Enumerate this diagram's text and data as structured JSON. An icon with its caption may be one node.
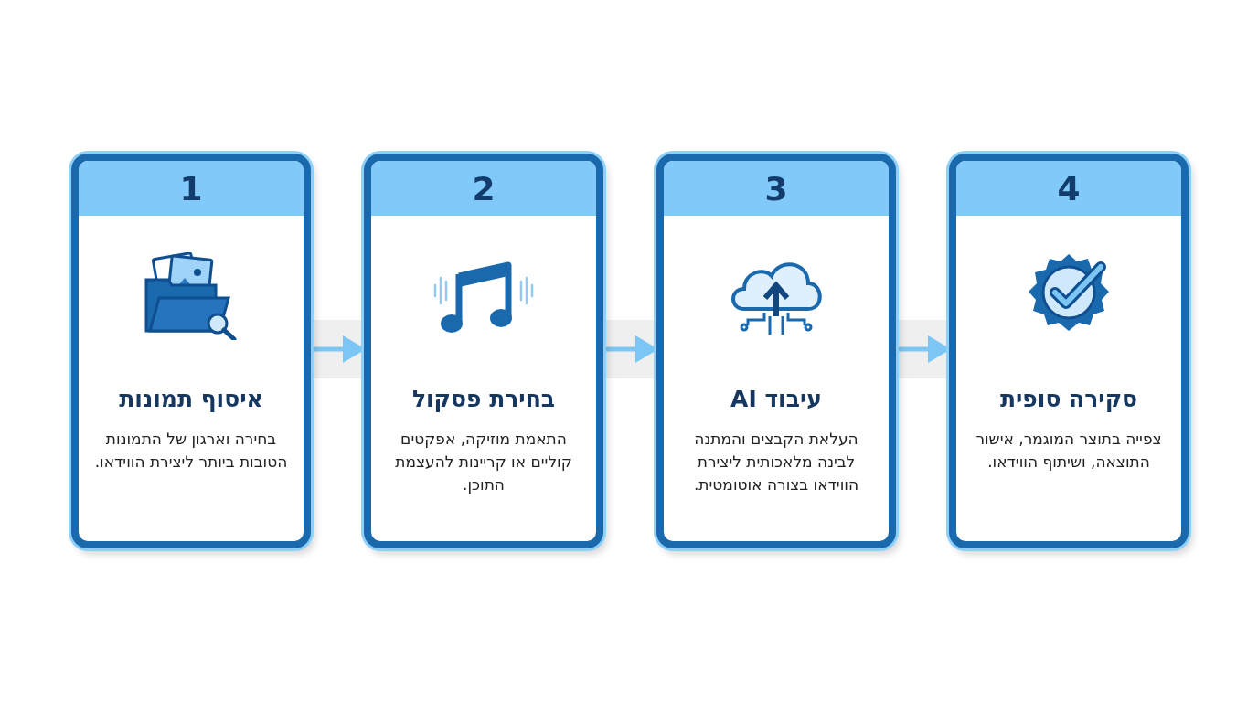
{
  "diagram": {
    "nodes": [
      {
        "text": [
          "1",
          "איסוף תמונות",
          "בחירה וארגון של התמונות הטובות ביותר ליצירת הווידאו."
        ]
      },
      {
        "text": [
          "2",
          "בחירת פסקול",
          "התאמת מוזיקה, אפקטים קוליים או קריינות להעצמת התוכן."
        ]
      },
      {
        "text": [
          "3",
          "עיבוד AI",
          "העלאת הקבצים והמתנה לבינה מלאכותית ליצירת הווידאו בצורה אוטומטית."
        ]
      },
      {
        "text": [
          "4",
          "סקירה סופית",
          "צפייה בתוצר המוגמר, אישור התוצאה, ושיתוף הווידאו."
        ]
      }
    ],
    "edges": [
      {
        "from": 0,
        "to": 1,
        "arrow": "to"
      },
      {
        "from": 1,
        "to": 2,
        "arrow": "to"
      },
      {
        "from": 2,
        "to": 3,
        "arrow": "to"
      }
    ]
  }
}
